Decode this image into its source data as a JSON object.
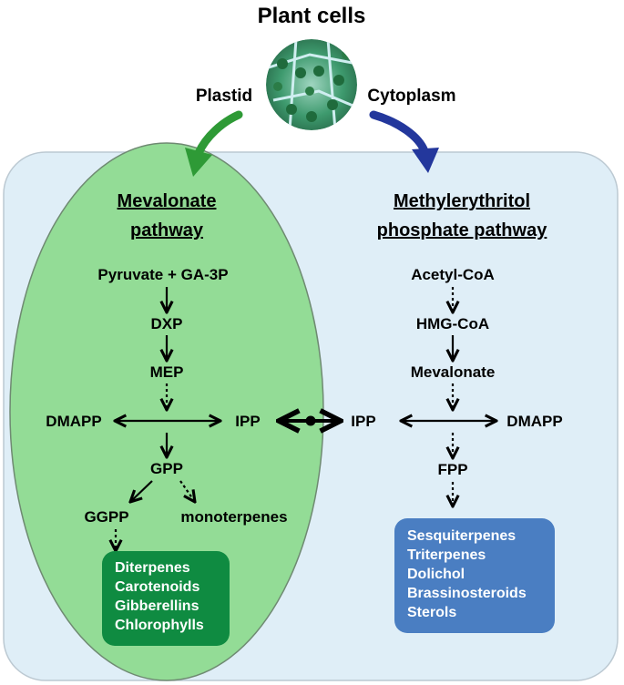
{
  "title": "Plant cells",
  "compartments": {
    "plastid": "Plastid",
    "cytoplasm": "Cytoplasm"
  },
  "left_pathway": {
    "title_line1": "Mevalonate",
    "title_line2": "pathway",
    "nodes": {
      "start": "Pyruvate + GA-3P",
      "dxp": "DXP",
      "mep": "MEP",
      "dmapp": "DMAPP",
      "ipp": "IPP",
      "gpp": "GPP",
      "ggpp": "GGPP",
      "monoterpenes": "monoterpenes"
    },
    "products": [
      "Diterpenes",
      "Carotenoids",
      "Gibberellins",
      "Chlorophylls"
    ]
  },
  "right_pathway": {
    "title_line1": "Methylerythritol",
    "title_line2": "phosphate pathway",
    "nodes": {
      "acetyl": "Acetyl-CoA",
      "hmg": "HMG-CoA",
      "mevalonate": "Mevalonate",
      "ipp": "IPP",
      "dmapp": "DMAPP",
      "fpp": "FPP"
    },
    "products": [
      "Sesquiterpenes",
      "Triterpenes",
      "Dolichol",
      "Brassinosteroids",
      "Sterols"
    ]
  },
  "colors": {
    "cell_fill": "#dfeef7",
    "plastid_fill": "#93dc96",
    "plastid_arrow": "#2e9a36",
    "cytoplasm_arrow": "#23379c",
    "plastid_box": "#0f8b41",
    "cytoplasm_box": "#4a7ec2"
  }
}
